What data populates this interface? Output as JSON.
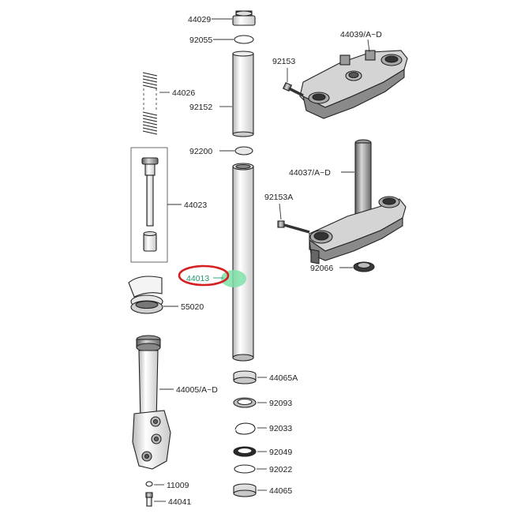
{
  "diagram": {
    "highlight_color": "#d42020",
    "marker_color": "#7fe0a8",
    "labels": {
      "p44029": "44029",
      "p92055": "92055",
      "p44039": "44039/A~D",
      "p92153": "92153",
      "p44026": "44026",
      "p92152": "92152",
      "p92200": "92200",
      "p44037": "44037/A~D",
      "p92153a": "92153A",
      "p44023": "44023",
      "p92066": "92066",
      "p44013": "44013",
      "p55020": "55020",
      "p44065a": "44065A",
      "p44005": "44005/A~D",
      "p92093": "92093",
      "p92033": "92033",
      "p92049": "92049",
      "p92022": "92022",
      "p11009": "11009",
      "p44065": "44065",
      "p44041": "44041"
    }
  }
}
